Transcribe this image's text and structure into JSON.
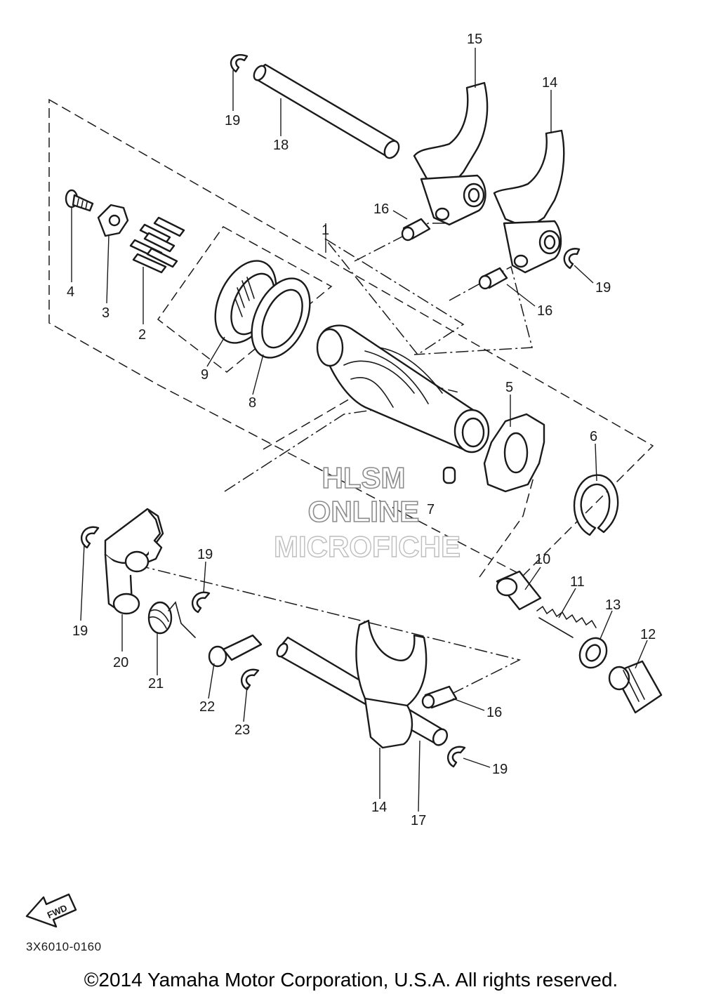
{
  "callouts": [
    {
      "id": "c1",
      "text": "1"
    },
    {
      "id": "c2",
      "text": "2"
    },
    {
      "id": "c3",
      "text": "3"
    },
    {
      "id": "c4",
      "text": "4"
    },
    {
      "id": "c5",
      "text": "5"
    },
    {
      "id": "c6",
      "text": "6"
    },
    {
      "id": "c7",
      "text": "7"
    },
    {
      "id": "c8",
      "text": "8"
    },
    {
      "id": "c9",
      "text": "9"
    },
    {
      "id": "c10",
      "text": "10"
    },
    {
      "id": "c11",
      "text": "11"
    },
    {
      "id": "c12",
      "text": "12"
    },
    {
      "id": "c13",
      "text": "13"
    },
    {
      "id": "c14a",
      "text": "14"
    },
    {
      "id": "c14b",
      "text": "14"
    },
    {
      "id": "c15",
      "text": "15"
    },
    {
      "id": "c16a",
      "text": "16"
    },
    {
      "id": "c16b",
      "text": "16"
    },
    {
      "id": "c16c",
      "text": "16"
    },
    {
      "id": "c17",
      "text": "17"
    },
    {
      "id": "c18",
      "text": "18"
    },
    {
      "id": "c19a",
      "text": "19"
    },
    {
      "id": "c19b",
      "text": "19"
    },
    {
      "id": "c19c",
      "text": "19"
    },
    {
      "id": "c19d",
      "text": "19"
    },
    {
      "id": "c19e",
      "text": "19"
    },
    {
      "id": "c20",
      "text": "20"
    },
    {
      "id": "c21",
      "text": "21"
    },
    {
      "id": "c22",
      "text": "22"
    },
    {
      "id": "c23",
      "text": "23"
    }
  ],
  "watermark": {
    "line1": "HLSM",
    "line2": "ONLINE",
    "line3": "MICROFICHE"
  },
  "fwd_arrow": {
    "label": "FWD"
  },
  "diagram_code": "3X6010-0160",
  "copyright": "©2014 Yamaha Motor Corporation, U.S.A. All rights reserved."
}
